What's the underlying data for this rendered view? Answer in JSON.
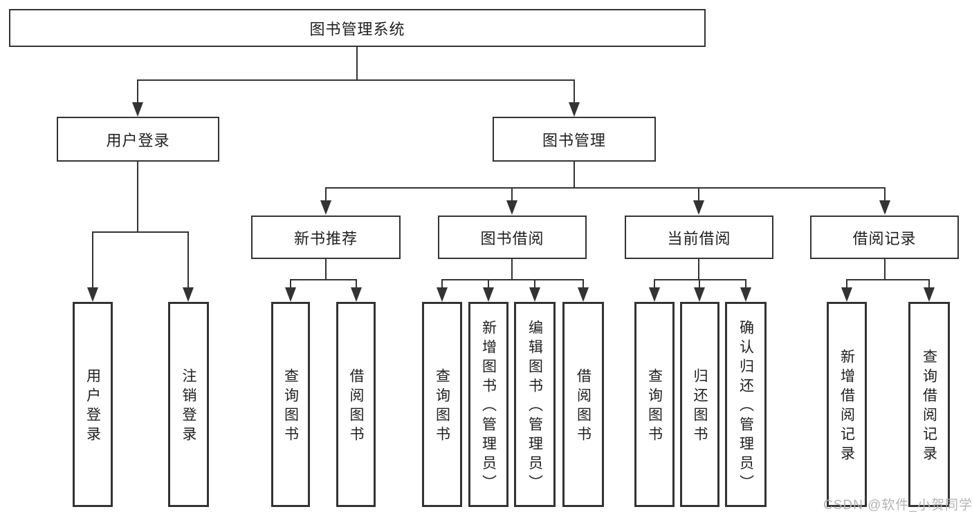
{
  "tree": {
    "label": "图书管理系统",
    "children": [
      {
        "label": "用户登录",
        "children": [
          {
            "label": "用户登录"
          },
          {
            "label": "注销登录"
          }
        ]
      },
      {
        "label": "图书管理",
        "children": [
          {
            "label": "新书推荐",
            "children": [
              {
                "label": "查询图书"
              },
              {
                "label": "借阅图书"
              }
            ]
          },
          {
            "label": "图书借阅",
            "children": [
              {
                "label": "查询图书"
              },
              {
                "label": "新增图书（管理员）"
              },
              {
                "label": "编辑图书（管理员）"
              },
              {
                "label": "借阅图书"
              }
            ]
          },
          {
            "label": "当前借阅",
            "children": [
              {
                "label": "查询图书"
              },
              {
                "label": "归还图书"
              },
              {
                "label": "确认归还（管理员）"
              }
            ]
          },
          {
            "label": "借阅记录",
            "children": [
              {
                "label": "新增借阅记录"
              },
              {
                "label": "查询借阅记录"
              }
            ]
          }
        ]
      }
    ]
  },
  "watermark": {
    "text": "CSDN @软件_小贺同学"
  },
  "colors": {
    "line": "#333333",
    "text": "#1f1f1f",
    "watermark": "#b3b3b3",
    "background": "#ffffff"
  }
}
